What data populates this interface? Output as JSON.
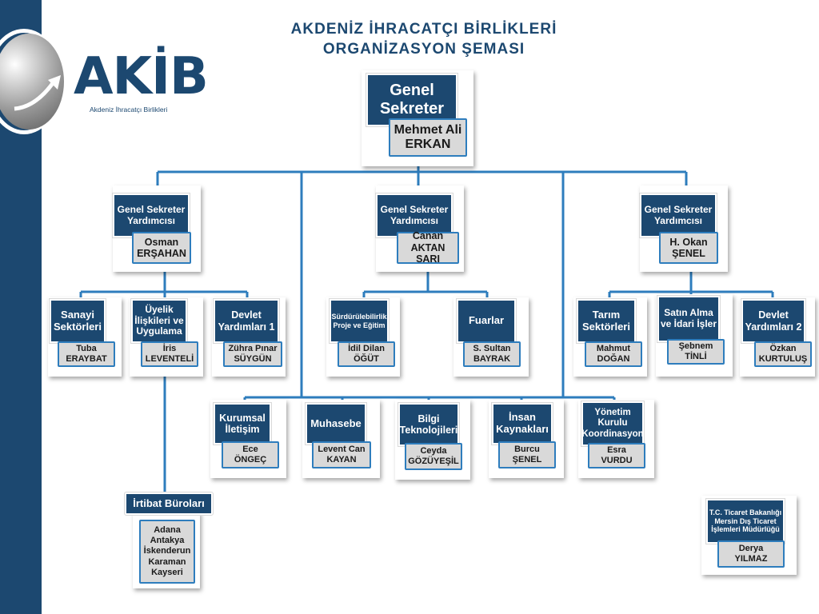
{
  "title": {
    "line1": "AKDENİZ İHRACATÇI BİRLİKLERİ",
    "line2": "ORGANİZASYON ŞEMASI"
  },
  "logo": {
    "text": "AKİB",
    "subtitle": "Akdeniz İhracatçı Birlikleri"
  },
  "gm": {
    "title": "Genel Sekreter",
    "name": "Mehmet Ali\nERKAN"
  },
  "deputies": [
    {
      "title": "Genel Sekreter\nYardımcısı",
      "name": "Osman\nERŞAHAN"
    },
    {
      "title": "Genel Sekreter\nYardımcısı",
      "name": "Canan\nAKTAN SARI"
    },
    {
      "title": "Genel Sekreter\nYardımcısı",
      "name": "H. Okan\nŞENEL"
    }
  ],
  "units": [
    {
      "title": "Sanayi\nSektörleri",
      "name": "Tuba\nERAYBAT"
    },
    {
      "title": "Üyelik\nİlişkileri ve\nUygulama",
      "name": "İris\nLEVENTELİ"
    },
    {
      "title": "Devlet\nYardımları 1",
      "name": "Zühra Pınar\nSÜYGÜN"
    },
    {
      "title": "Sürdürülebilirlik\nProje ve Eğitim",
      "name": "İdil Dilan\nÖĞÜT"
    },
    {
      "title": "Fuarlar",
      "name": "S. Sultan\nBAYRAK"
    },
    {
      "title": "Tarım\nSektörleri",
      "name": "Mahmut\nDOĞAN"
    },
    {
      "title": "Satın Alma\nve İdari İşler",
      "name": "Şebnem\nTİNLİ"
    },
    {
      "title": "Devlet\nYardımları 2",
      "name": "Özkan\nKURTULUŞ"
    }
  ],
  "lower_units": [
    {
      "title": "Kurumsal\nİletişim",
      "name": "Ece\nÖNGEÇ"
    },
    {
      "title": "Muhasebe",
      "name": "Levent Can\nKAYAN"
    },
    {
      "title": "Bilgi\nTeknolojileri",
      "name": "Ceyda\nGÖZÜYEŞİL"
    },
    {
      "title": "İnsan\nKaynakları",
      "name": "Burcu\nŞENEL"
    },
    {
      "title": "Yönetim\nKurulu\nKoordinasyon",
      "name": "Esra\nVURDU"
    }
  ],
  "liaison": {
    "title": "İrtibat Büroları",
    "offices": "Adana\nAntakya\nİskenderun\nKaraman\nKayseri"
  },
  "ministry": {
    "title": "T.C. Ticaret Bakanlığı\nMersin Dış Ticaret\nİşlemleri Müdürlüğü",
    "name": "Derya\nYILMAZ"
  },
  "colors": {
    "navy": "#1c4870",
    "line": "#2e7dbd",
    "name_bg": "#d9d9d9"
  }
}
